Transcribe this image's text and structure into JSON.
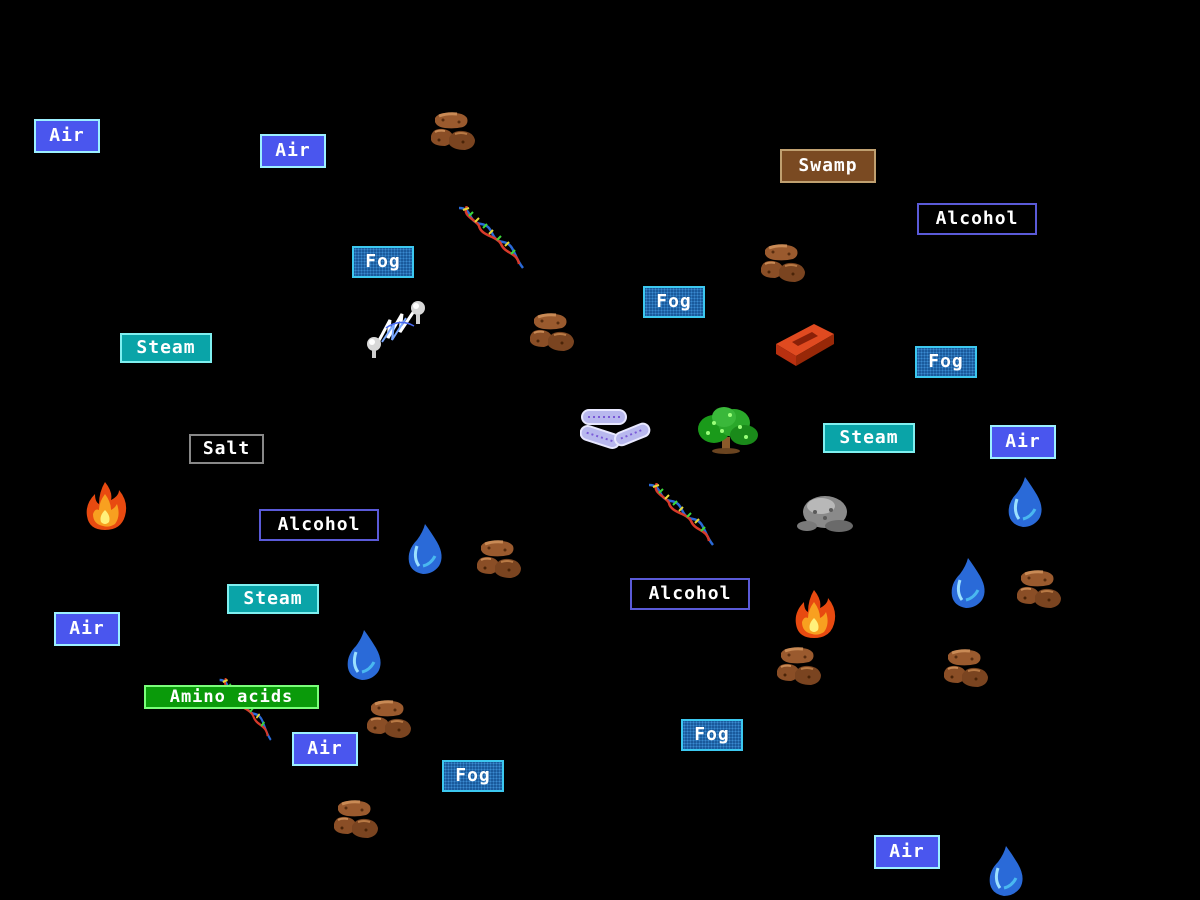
{
  "labels": {
    "air": "Air",
    "fog": "Fog",
    "steam": "Steam",
    "salt": "Salt",
    "alcohol": "Alcohol",
    "swamp": "Swamp",
    "amino_acids": "Amino acids"
  },
  "colors": {
    "background": "#000000",
    "air": "#4a56ee",
    "fog": "#1a5a9c",
    "steam": "#0aa4a8",
    "swamp": "#7a4a22",
    "amino_acids": "#0a9a0a",
    "alcohol_border": "#5a5ad8",
    "salt_border": "#888888"
  },
  "icons": {
    "stone": "stone-icon",
    "dna": "dna-icon",
    "water": "water-drop-icon",
    "fire": "fire-icon",
    "electricity": "electricity-icon",
    "bacteria": "bacteria-icon",
    "tree": "tree-icon",
    "brick": "brick-icon",
    "rock": "rock-icon"
  }
}
